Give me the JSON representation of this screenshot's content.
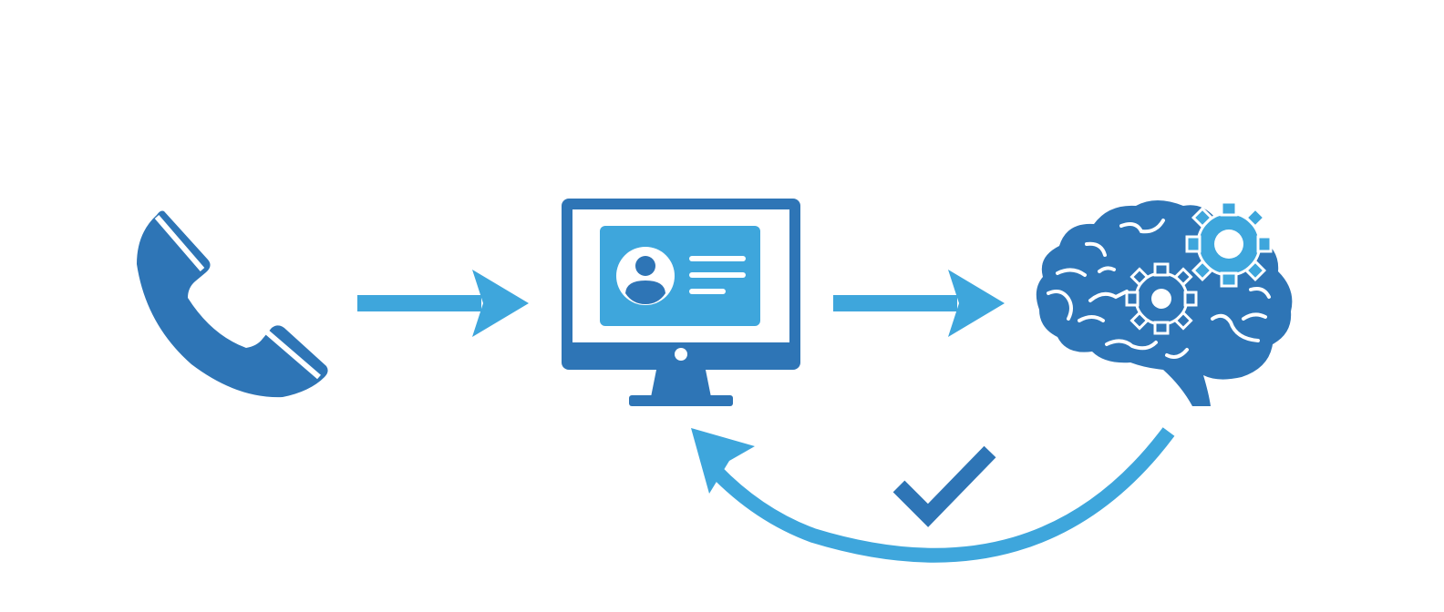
{
  "colors": {
    "background": "#ffffff",
    "primary": "#2e75b6",
    "accent": "#3ea6dc",
    "white": "#ffffff"
  },
  "nodes": [
    {
      "id": "phone",
      "icon": "phone-handset-icon"
    },
    {
      "id": "computer",
      "icon": "monitor-contact-card-icon"
    },
    {
      "id": "brain",
      "icon": "brain-gears-icon"
    }
  ],
  "connectors": [
    {
      "from": "phone",
      "to": "computer",
      "icon": "arrow-right-icon"
    },
    {
      "from": "computer",
      "to": "brain",
      "icon": "arrow-right-icon"
    },
    {
      "from": "brain",
      "to": "computer",
      "icon": "curved-return-arrow-icon"
    }
  ],
  "marks": [
    {
      "icon": "checkmark-icon"
    }
  ],
  "text": []
}
